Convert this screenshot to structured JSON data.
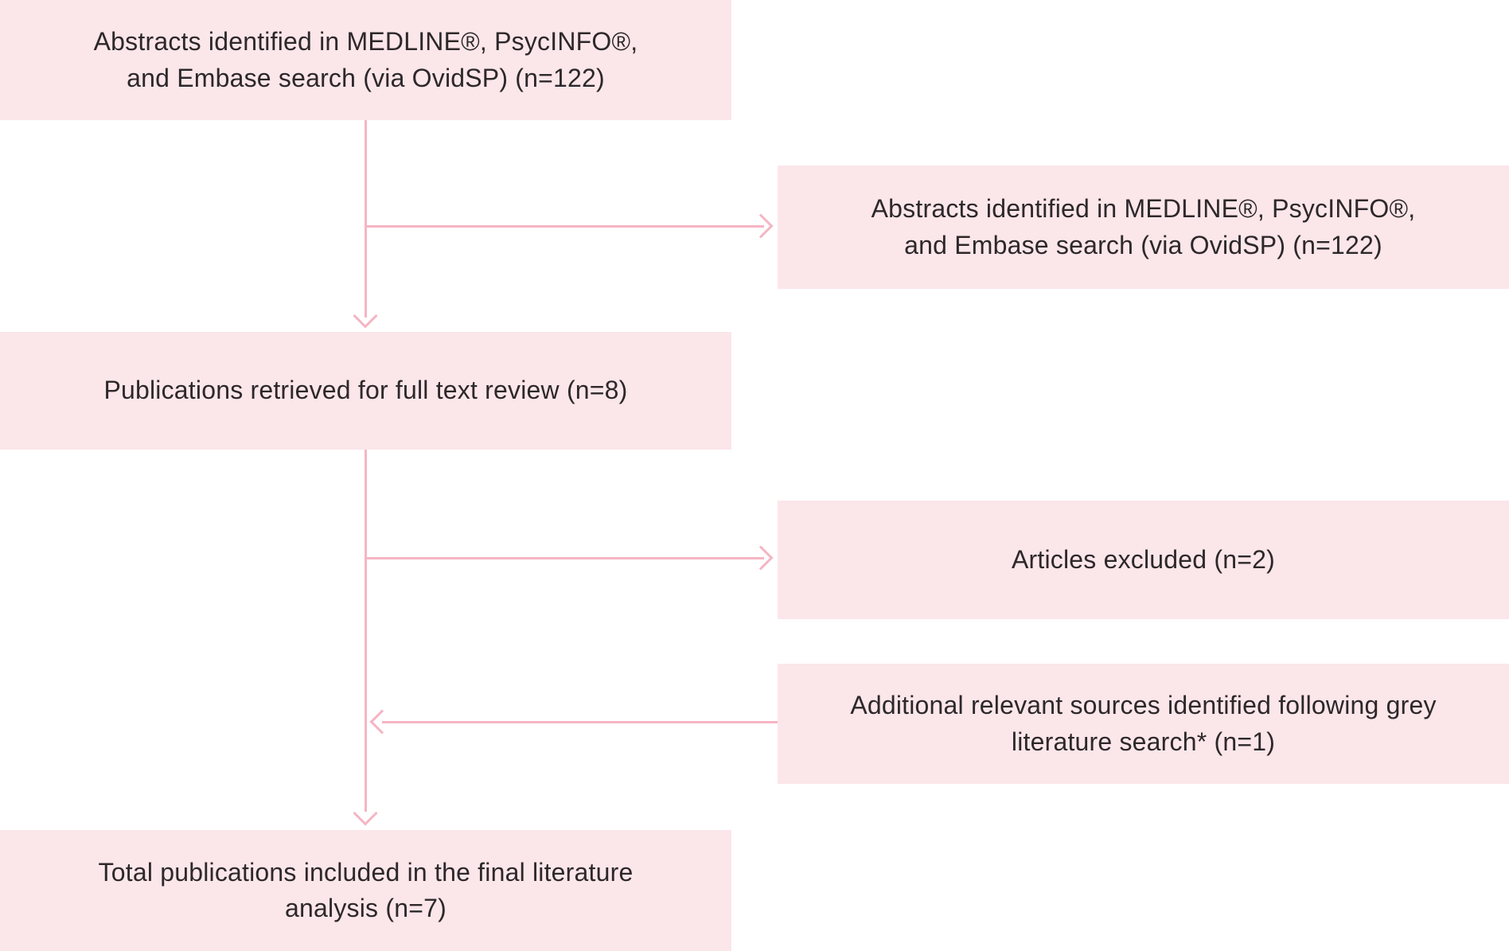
{
  "diagram": {
    "type": "flowchart",
    "colors": {
      "box_fill": "#fbe6ea",
      "arrow_color": "#f5b5c4",
      "text_color": "#2d282a"
    },
    "boxes": {
      "abstracts_top": {
        "text": "Abstracts identified in MEDLINE®, PsycINFO®,\nand Embase search (via OvidSP) (n=122)"
      },
      "abstracts_right": {
        "text": "Abstracts identified in MEDLINE®, PsycINFO®,\nand Embase search (via OvidSP) (n=122)"
      },
      "full_text_review": {
        "text": "Publications retrieved for full text review (n=8)"
      },
      "articles_excluded": {
        "text": "Articles excluded (n=2)"
      },
      "grey_literature": {
        "text": "Additional relevant sources identified following grey\nliterature search* (n=1)"
      },
      "total_included": {
        "text": "Total publications included in the final literature\nanalysis (n=7)"
      }
    }
  }
}
